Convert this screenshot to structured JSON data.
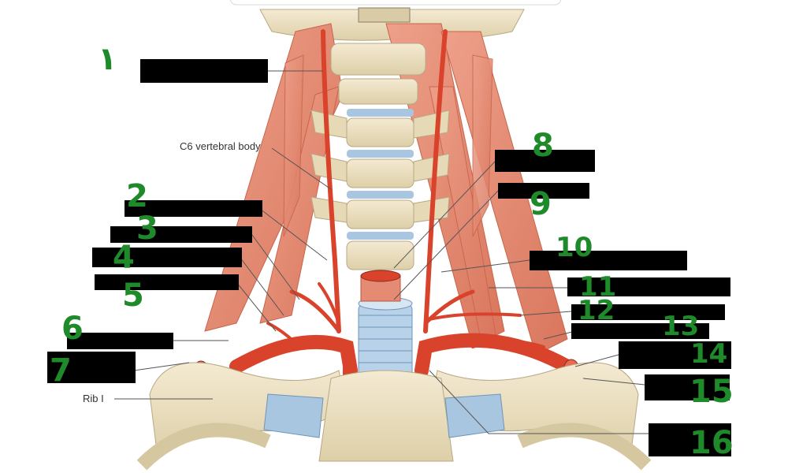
{
  "figure": {
    "printed_labels": {
      "c6": "C6 vertebral body",
      "rib": "Rib I"
    },
    "handwritten_numbers": [
      "١",
      "2",
      "3",
      "4",
      "5",
      "6",
      "7",
      "8",
      "9",
      "10",
      "11",
      "12",
      "13",
      "14",
      "15",
      "16"
    ],
    "colors": {
      "artery": "#d9432c",
      "muscle": "#e58b73",
      "bone": "#efe4c8",
      "cartilage": "#a9c6e0",
      "redaction": "#000000",
      "annotation": "#1f8a2a"
    },
    "hidden_label_count": 16
  }
}
